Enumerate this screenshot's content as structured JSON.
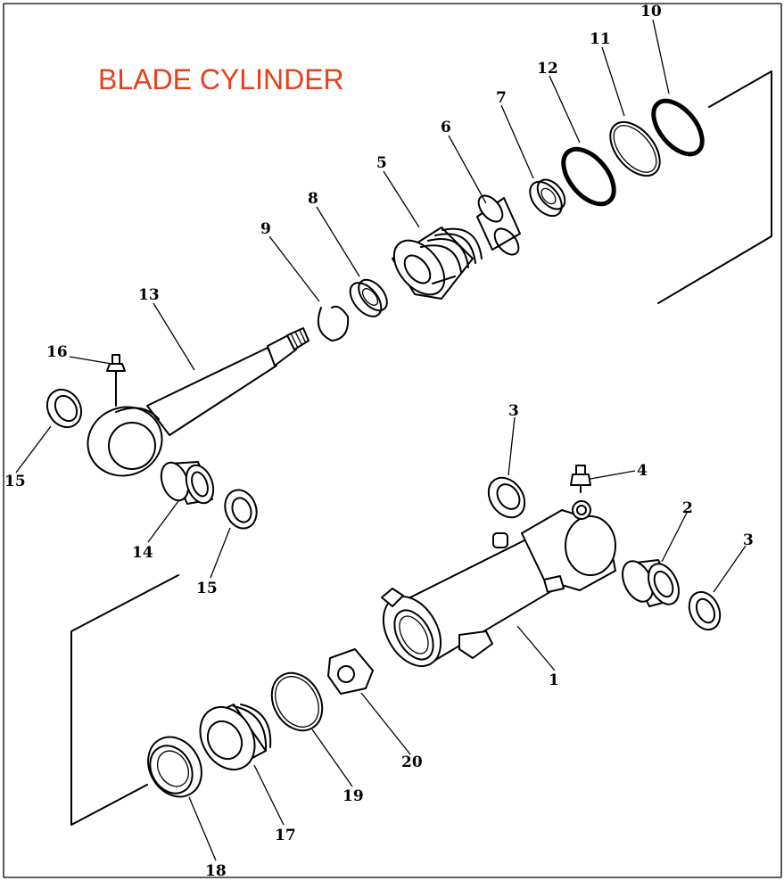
{
  "title": "BLADE CYLINDER",
  "callouts": [
    "1",
    "2",
    "3",
    "3",
    "4",
    "5",
    "6",
    "7",
    "8",
    "9",
    "10",
    "11",
    "12",
    "13",
    "14",
    "15",
    "15",
    "16",
    "17",
    "18",
    "19",
    "20"
  ]
}
